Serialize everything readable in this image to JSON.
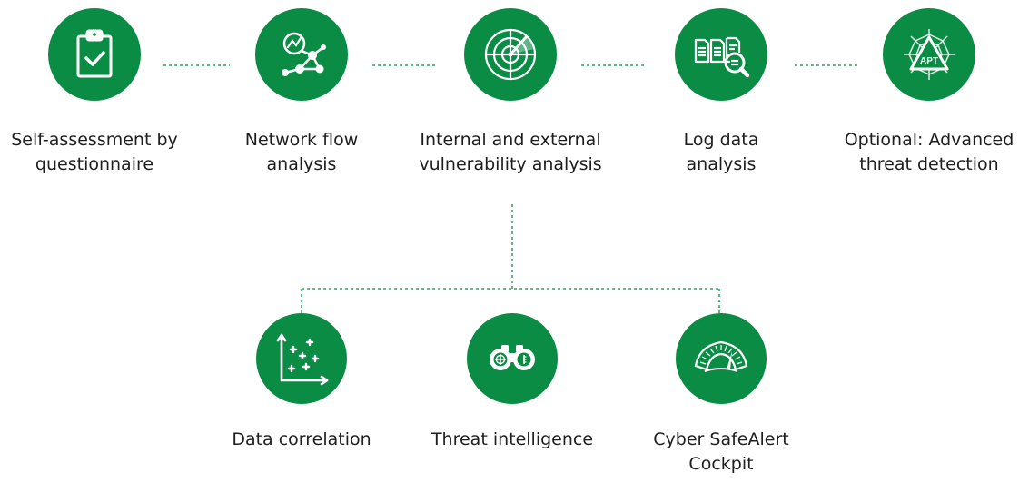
{
  "colors": {
    "green": "#0b8c45",
    "connector": "#0b8c45",
    "text": "#1e1e1e"
  },
  "top_row": [
    {
      "label": "Self-assessment by\nquestionnaire",
      "icon": "clipboard-check-icon"
    },
    {
      "label": "Network flow\nanalysis",
      "icon": "network-graph-icon"
    },
    {
      "label": "Internal and external\nvulnerability analysis",
      "icon": "radar-icon"
    },
    {
      "label": "Log data\nanalysis",
      "icon": "log-search-icon"
    },
    {
      "label": "Optional: Advanced\nthreat detection",
      "icon": "apt-web-icon"
    }
  ],
  "bottom_row": [
    {
      "label": "Data correlation",
      "icon": "scatter-plot-icon"
    },
    {
      "label": "Threat intelligence",
      "icon": "binoculars-icon"
    },
    {
      "label": "Cyber SafeAlert\nCockpit",
      "icon": "gauge-icon"
    }
  ],
  "apt_badge": "APT"
}
